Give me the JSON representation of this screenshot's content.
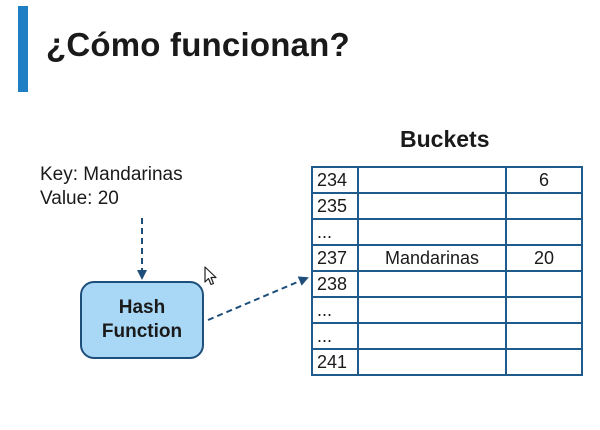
{
  "slide": {
    "title": "¿Cómo funcionan?",
    "accent_color": "#1f7fc4"
  },
  "input": {
    "key_line": "Key: Mandarinas",
    "value_line": "Value: 20"
  },
  "hash_function": {
    "line1": "Hash",
    "line2": "Function",
    "fill_color": "#a9d8f7"
  },
  "buckets": {
    "title": "Buckets",
    "rows": [
      {
        "index": "234",
        "key": "",
        "value": "6"
      },
      {
        "index": "235",
        "key": "",
        "value": ""
      },
      {
        "index": "...",
        "key": "",
        "value": ""
      },
      {
        "index": "237",
        "key": "Mandarinas",
        "value": "20"
      },
      {
        "index": "238",
        "key": "",
        "value": ""
      },
      {
        "index": "...",
        "key": "",
        "value": ""
      },
      {
        "index": "...",
        "key": "",
        "value": ""
      },
      {
        "index": "241",
        "key": "",
        "value": ""
      }
    ]
  },
  "icons": {
    "cursor": "mouse-pointer-icon"
  }
}
